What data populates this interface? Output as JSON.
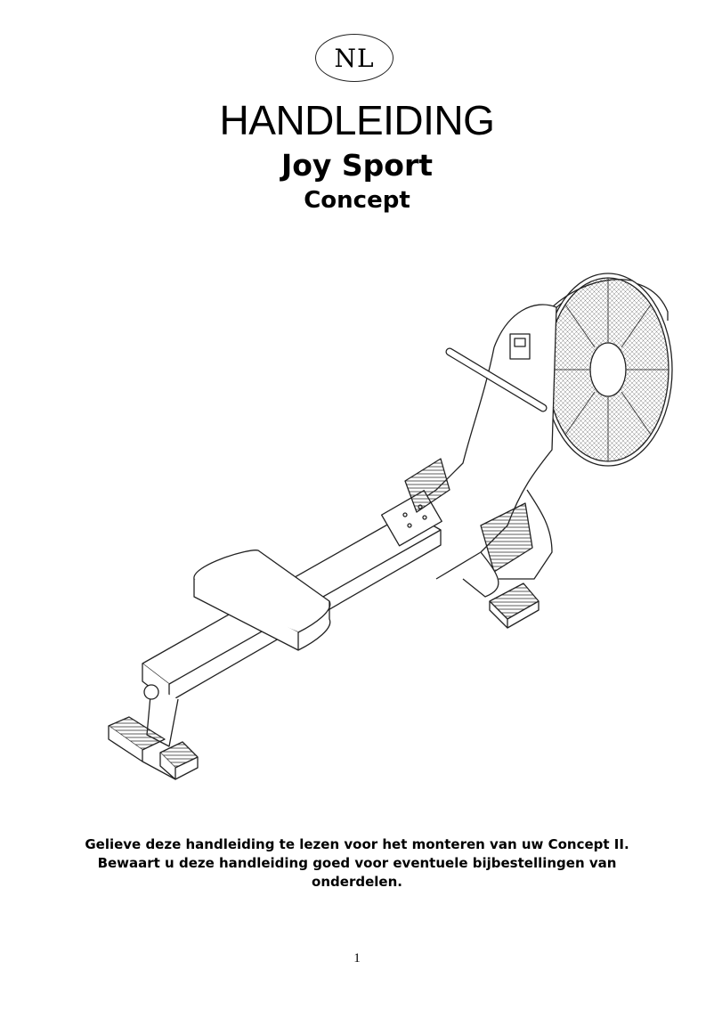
{
  "header": {
    "language_badge": "NL",
    "title": "HANDLEIDING",
    "subtitle": "Joy Sport",
    "product": "Concept"
  },
  "illustration": {
    "subject": "rowing-machine"
  },
  "notice": {
    "line1": "Gelieve deze handleiding te lezen voor het monteren van uw Concept II.",
    "line2": "Bewaart u deze handleiding goed voor eventuele bijbestellingen van",
    "line3": "onderdelen."
  },
  "footer": {
    "page_number": "1"
  }
}
